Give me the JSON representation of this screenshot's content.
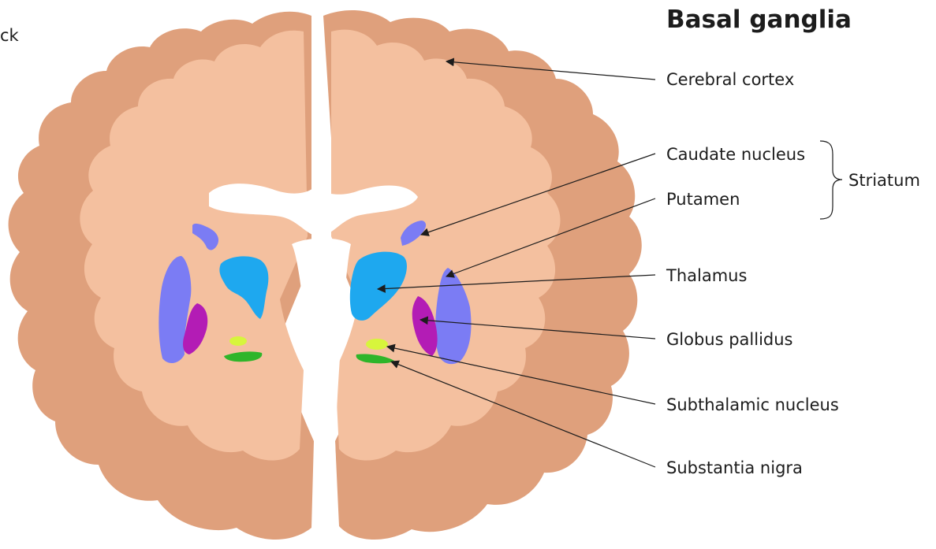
{
  "title": "Basal ganglia",
  "corner_fragment": "ck",
  "labels": {
    "cerebral_cortex": "Cerebral cortex",
    "caudate_nucleus": "Caudate nucleus",
    "putamen": "Putamen",
    "striatum": "Striatum",
    "thalamus": "Thalamus",
    "globus_pallidus": "Globus pallidus",
    "subthalamic_nucleus": "Subthalamic nucleus",
    "substantia_nigra": "Substantia nigra"
  },
  "colors": {
    "cortex_outer": "#dfa07c",
    "brain_inner": "#f4c09f",
    "caudate_putamen": "#7b7cf4",
    "thalamus": "#1ea8ef",
    "globus_pallidus": "#b31cb5",
    "subthalamic_nucleus": "#d7f53c",
    "substantia_nigra": "#2fb52a"
  }
}
